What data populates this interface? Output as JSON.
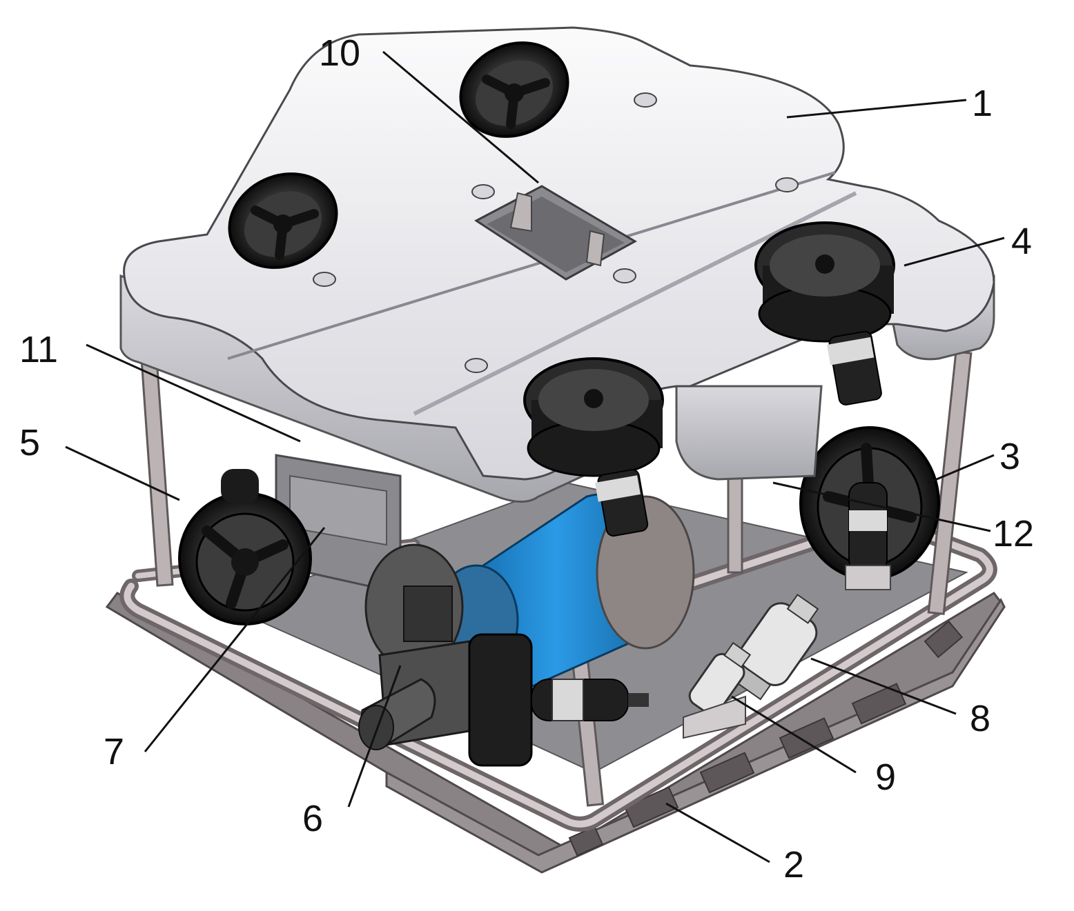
{
  "colors": {
    "float_white": "#efeff2",
    "float_shade": "#c9c9d1",
    "frame_metal": "#b7aead",
    "frame_dark": "#6b6466",
    "panel_gray": "#7b7b7e",
    "thruster_black": "#1c1c1c",
    "camera_blue": "#1f8fdc",
    "leader_line": "#111111"
  },
  "callouts": [
    {
      "id": "1",
      "text": "1"
    },
    {
      "id": "2",
      "text": "2"
    },
    {
      "id": "3",
      "text": "3"
    },
    {
      "id": "4",
      "text": "4"
    },
    {
      "id": "5",
      "text": "5"
    },
    {
      "id": "6",
      "text": "6"
    },
    {
      "id": "7",
      "text": "7"
    },
    {
      "id": "8",
      "text": "8"
    },
    {
      "id": "9",
      "text": "9"
    },
    {
      "id": "10",
      "text": "10"
    },
    {
      "id": "11",
      "text": "11"
    },
    {
      "id": "12",
      "text": "12"
    }
  ],
  "icons": {
    "thrusters": "ducted-propeller-thruster-icon",
    "camera": "camera-housing-icon",
    "connectors": "underwater-connector-icon"
  }
}
